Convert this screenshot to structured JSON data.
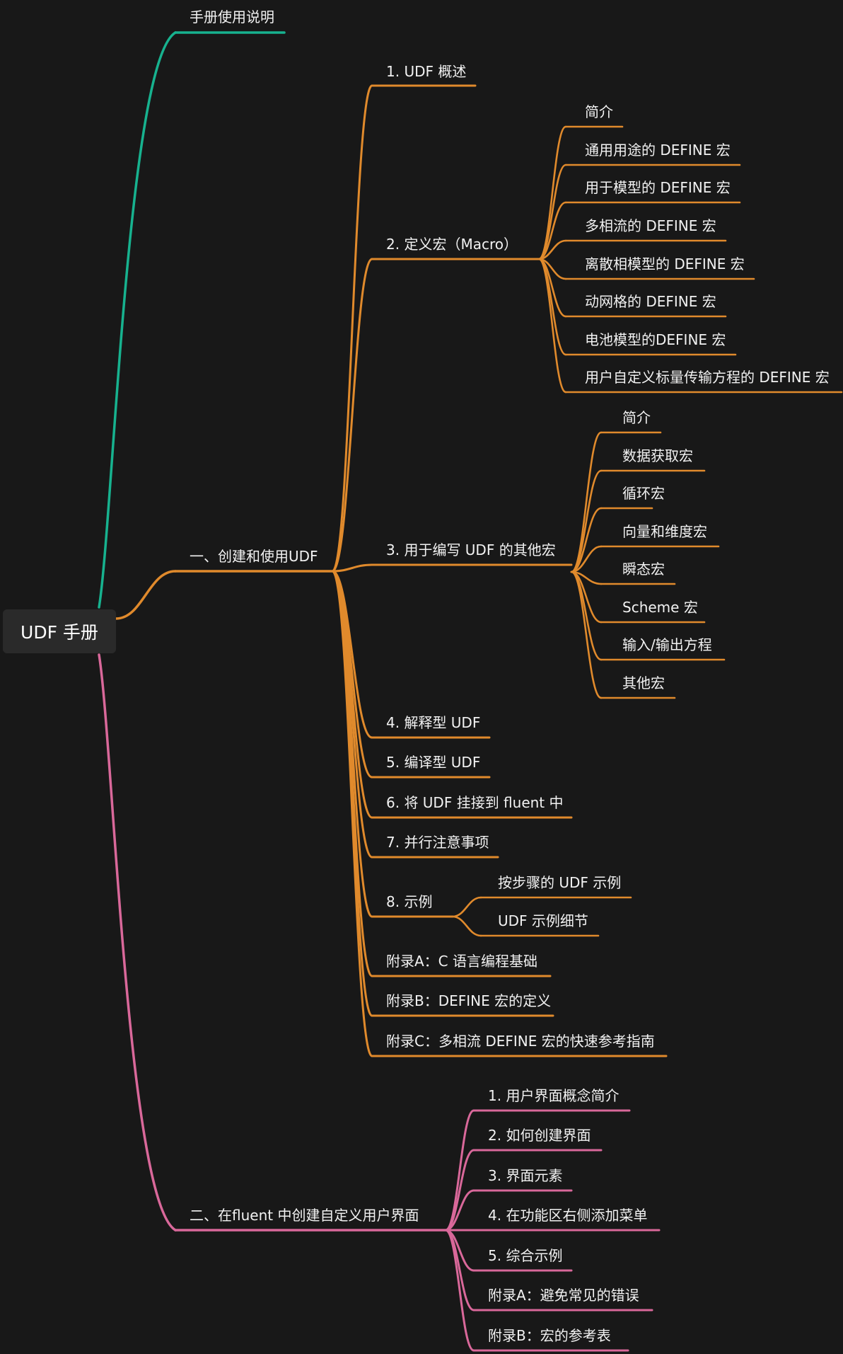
{
  "root": {
    "label": "UDF 手册"
  },
  "colors": {
    "background": "#181818",
    "green": "#17b28f",
    "orange": "#e08a2c",
    "pink": "#d9689a"
  },
  "branches": {
    "manual_intro": {
      "label": "手册使用说明"
    },
    "part1": {
      "label": "一、创建和使用UDF",
      "s1": {
        "label": "1. UDF 概述"
      },
      "s2": {
        "label": "2. 定义宏（Macro）",
        "items": [
          "简介",
          "通用用途的 DEFINE 宏",
          "用于模型的 DEFINE 宏",
          "多相流的 DEFINE 宏",
          "离散相模型的 DEFINE 宏",
          "动网格的 DEFINE 宏",
          "电池模型的DEFINE 宏",
          "用户自定义标量传输方程的 DEFINE 宏"
        ]
      },
      "s3": {
        "label": "3. 用于编写 UDF 的其他宏",
        "items": [
          "简介",
          "数据获取宏",
          "循环宏",
          "向量和维度宏",
          "瞬态宏",
          "Scheme 宏",
          "输入/输出方程",
          "其他宏"
        ]
      },
      "s4": {
        "label": "4. 解释型 UDF"
      },
      "s5": {
        "label": "5. 编译型 UDF"
      },
      "s6": {
        "label": "6. 将 UDF 挂接到 fluent 中"
      },
      "s7": {
        "label": "7. 并行注意事项"
      },
      "s8": {
        "label": "8. 示例",
        "items": [
          "按步骤的 UDF 示例",
          "UDF 示例细节"
        ]
      },
      "appA": {
        "label": "附录A：C 语言编程基础"
      },
      "appB": {
        "label": "附录B：DEFINE 宏的定义"
      },
      "appC": {
        "label": "附录C：多相流 DEFINE 宏的快速参考指南"
      }
    },
    "part2": {
      "label": "二、在fluent 中创建自定义用户界面",
      "items": [
        "1. 用户界面概念简介",
        "2. 如何创建界面",
        "3. 界面元素",
        "4. 在功能区右侧添加菜单",
        "5. 综合示例",
        "附录A：避免常见的错误",
        "附录B：宏的参考表"
      ]
    }
  }
}
